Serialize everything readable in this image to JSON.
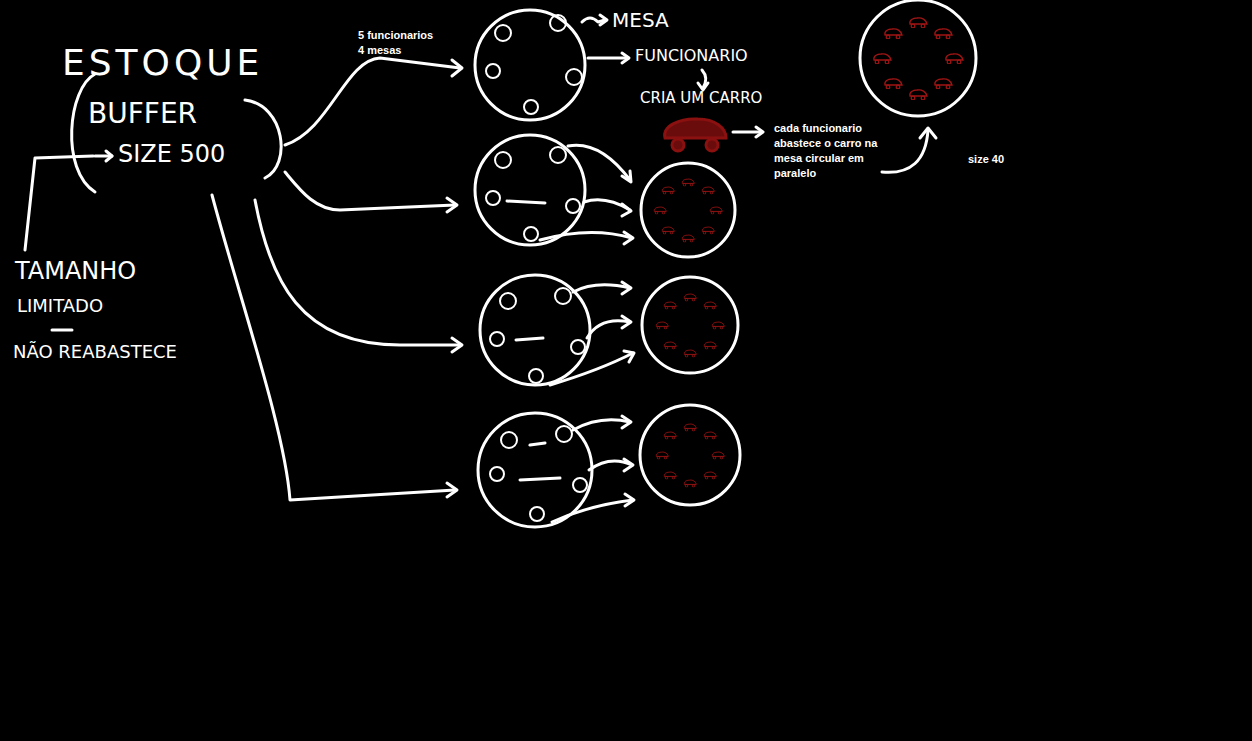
{
  "diagram": {
    "labels": [
      "ESTOQUE",
      "BUFFER",
      "SIZE 500",
      "TAMANHO",
      "LIMITADO",
      "NÃO REABASTECE",
      "5 funcionarios",
      "4 mesas",
      "MESA",
      "FUNCIONARIO",
      "CRIA UM CARRO",
      "cada funcionario abastece o carro na mesa circular em paralelo",
      "size 40"
    ]
  }
}
